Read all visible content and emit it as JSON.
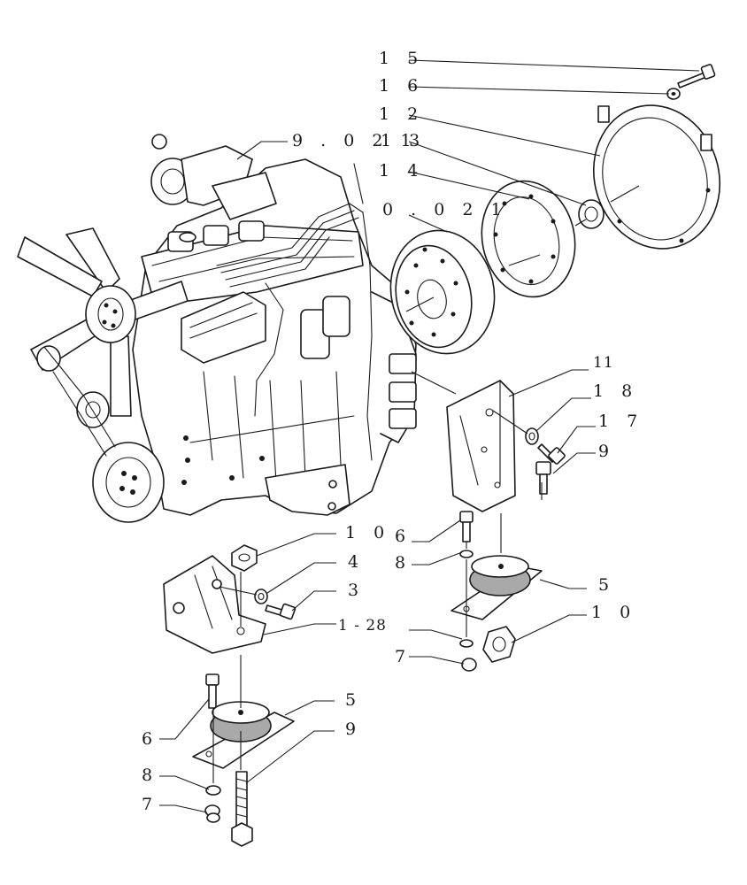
{
  "callouts": {
    "c15": "1 5",
    "c16": "1 6",
    "c12": "1 2",
    "c9021": "9 . 0 2 1",
    "c13": "1 3",
    "c14": "1 4",
    "c0021": "0 . 0 2 1",
    "c11": "11",
    "c18": "1 8",
    "c17": "1 7",
    "c9a": "9",
    "c6a": "6",
    "c8a": "8",
    "c10a": "1 0",
    "c4": "4",
    "c3": "3",
    "c5a": "5",
    "c128": "1 - 28",
    "c10b": "1 0",
    "c7a": "7",
    "c5b": "5",
    "c9b": "9",
    "c6b": "6",
    "c8b": "8",
    "c7b": "7"
  },
  "colors": {
    "ink": "#1a1a1a",
    "rubber": "#a9a9a9",
    "paper": "#ffffff"
  }
}
